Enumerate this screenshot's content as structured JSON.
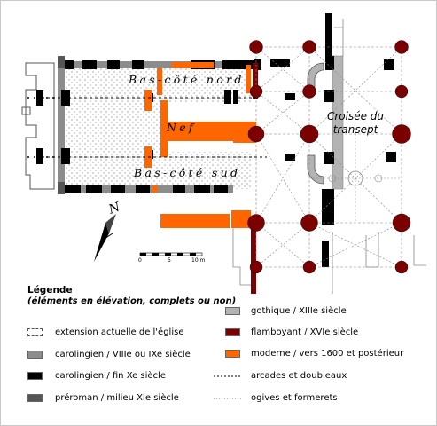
{
  "labels": {
    "north_aisle": "Bas-côté nord",
    "nave": "Nef",
    "south_aisle": "Bas-côté sud",
    "crossing_line1": "Croisée du",
    "crossing_line2": "transept",
    "north_letter": "N"
  },
  "scale": {
    "zero": "0",
    "mid": "5",
    "end": "10 m"
  },
  "legend": {
    "title": "Légende",
    "subtitle": "(éléments en élévation, complets ou non)",
    "items": [
      {
        "key": "extension",
        "label": "extension actuelle de l'église",
        "swatch": "dotted"
      },
      {
        "key": "carolingien_8_9",
        "label": "carolingien / VIIIe ou IXe siècle",
        "swatch": "#8c8c8c"
      },
      {
        "key": "carolingien_10",
        "label": "carolingien / fin Xe siècle",
        "swatch": "#000000"
      },
      {
        "key": "preroman",
        "label": "préroman / milieu XIe siècle",
        "swatch": "#555555"
      },
      {
        "key": "gothique",
        "label": "gothique / XIIIe siècle",
        "swatch": "#b3b3b3"
      },
      {
        "key": "flamboyant",
        "label": "flamboyant / XVIe siècle",
        "swatch": "#7b0000"
      },
      {
        "key": "moderne",
        "label": "moderne / vers 1600 et postérieur",
        "swatch": "#ff6600"
      },
      {
        "key": "arcades",
        "label": "arcades et doubleaux",
        "swatch": "dashed"
      },
      {
        "key": "ogives",
        "label": "ogives et formerets",
        "swatch": "dotted-line"
      }
    ]
  },
  "colors": {
    "carolingien_8_9": "#8c8c8c",
    "carolingien_10": "#000000",
    "preroman": "#555555",
    "gothique": "#b3b3b3",
    "flamboyant": "#7b0000",
    "moderne": "#ff6600"
  }
}
